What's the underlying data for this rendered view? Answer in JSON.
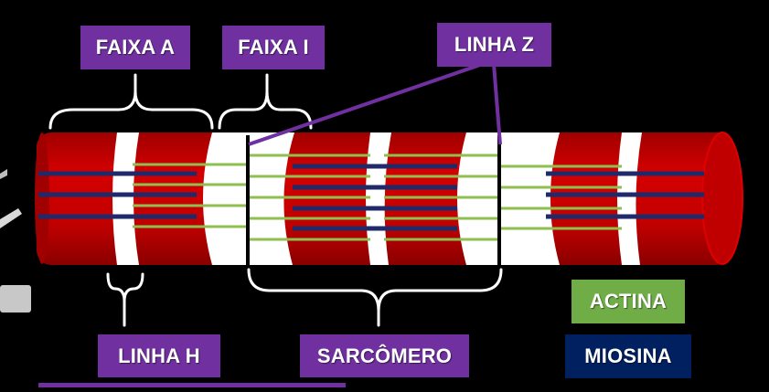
{
  "labels": {
    "faixa_a": "FAIXA A",
    "faixa_i": "FAIXA I",
    "linha_z": "LINHA Z",
    "linha_h": "LINHA H",
    "sarcomero": "SARCÔMERO",
    "actina": "ACTINA",
    "miosina": "MIOSINA"
  },
  "colors": {
    "background": "#000000",
    "label_purple": "#7030a0",
    "actina_green": "#70ad47",
    "miosina_navy": "#002060",
    "muscle_red": "#c00000",
    "band_white": "#ffffff",
    "myosin_filament": "#1f2a6b",
    "actin_filament": "#8fbf4f"
  }
}
